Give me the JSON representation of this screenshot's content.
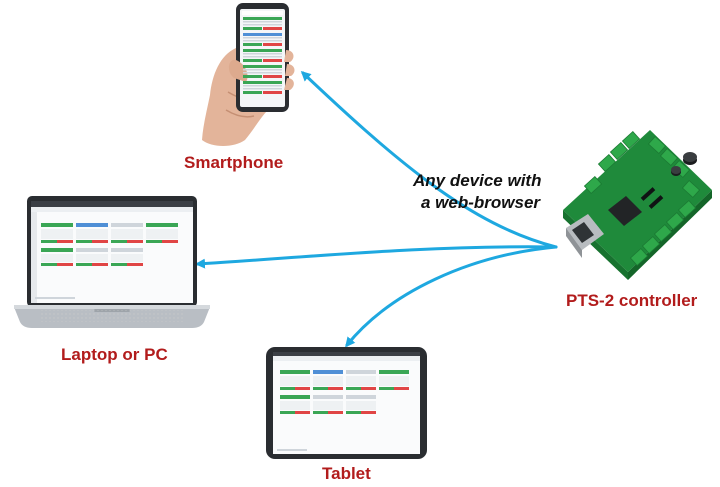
{
  "labels": {
    "smartphone": "Smartphone",
    "laptop": "Laptop or PC",
    "tablet": "Tablet",
    "controller": "PTS-2 controller",
    "caption_line1": "Any device with",
    "caption_line2": "a web-browser"
  },
  "colors": {
    "arrow": "#1ea8e0",
    "device_label": "#b21c1c",
    "board_green": "#1f8a3b",
    "terminal_green": "#2ea84a",
    "screen_header_green": "#3aa655",
    "screen_header_blue": "#4f8fd6",
    "screen_button_red": "#e04545",
    "device_body": "#2a2d31"
  },
  "icons": {
    "smartphone": "hand-holding-smartphone-image",
    "laptop": "laptop-image",
    "tablet": "tablet-image",
    "controller": "pts2-controller-board-image"
  }
}
